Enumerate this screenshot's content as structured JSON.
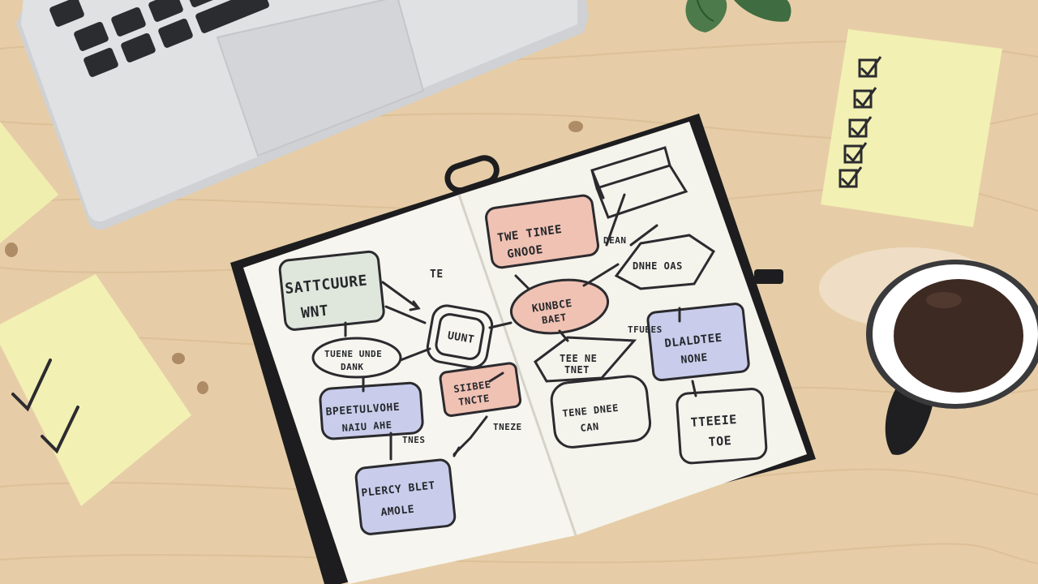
{
  "scene": {
    "description_free": true,
    "colors": {
      "desk": "#e6cda7",
      "desk_grain": "#d6b98f",
      "laptop_body": "#d9dadc",
      "laptop_keys": "#2a2c30",
      "notebook_cover": "#1d1d1f",
      "paper": "#f6f5ef",
      "sticky_note": "#f2f0b3",
      "coffee": "#3d2a22",
      "mug_inner": "#ffffff",
      "mug_handle": "#1f1f21",
      "box_red": "#f0c2b4",
      "box_blue": "#c9cdeb",
      "box_green": "#dfe6dc",
      "ink": "#2b2b2f"
    },
    "icons": [
      "laptop-icon",
      "plant-icon",
      "notebook-icon",
      "sticky-note-icon",
      "checkbox-icon",
      "checkmark-icon",
      "coffee-mug-icon"
    ]
  },
  "sketch": {
    "box_a": [
      "SATTCUURE",
      "WNT"
    ],
    "box_b": [
      "BPEETULVOHE",
      "NAIU AHE"
    ],
    "box_c": [
      "PLERCY BLET",
      "AMOLE"
    ],
    "oval_a": [
      "TUENE UNDE",
      "DANK"
    ],
    "center_box": [
      "UUNT"
    ],
    "center_label": "TE",
    "small_box": [
      "SIIBEE",
      "TNCTE"
    ],
    "label_a": "TNES",
    "label_b": "TNEZE",
    "top_red": [
      "TWE TINEE",
      "GNOOE"
    ],
    "label_c": "DEAN",
    "hexagon": [
      "DNHE OAS"
    ],
    "red_oval": [
      "KUNBCE",
      "BAET"
    ],
    "diamond": [
      "TEE NE",
      "TNET"
    ],
    "blue_box": [
      "DLALDTEE",
      "NONE"
    ],
    "label_d": "TFUBES",
    "oval_b": [
      "TENE DNEE",
      "CAN"
    ],
    "box_d": [
      "TTEEIE",
      "TOE"
    ]
  }
}
